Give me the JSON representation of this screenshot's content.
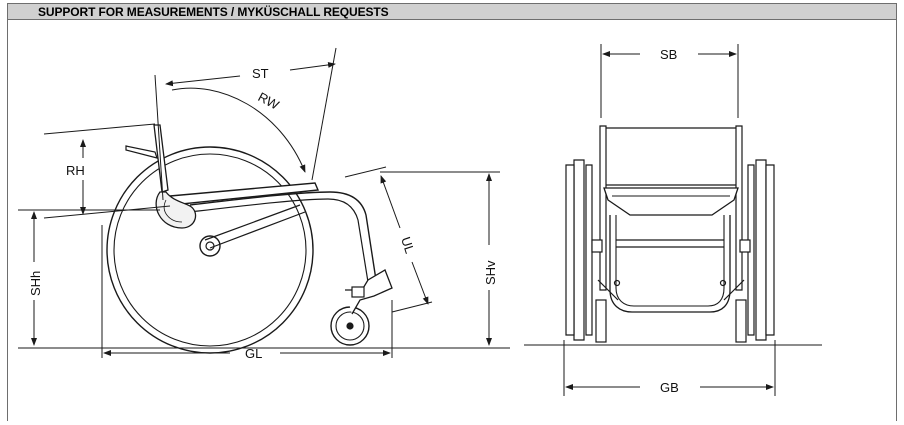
{
  "header": {
    "title": "SUPPORT FOR MEASUREMENTS / MYKÜSCHALL REQUESTS"
  },
  "labels": {
    "st": "ST",
    "rw": "RW",
    "rh": "RH",
    "shh": "SHh",
    "ul": "UL",
    "shv": "SHv",
    "gl": "GL",
    "sb": "SB",
    "gb": "GB"
  },
  "colors": {
    "header_bg": "#d0d0d0",
    "line": "#1a1a1a",
    "frame": "#6e6e6e"
  }
}
